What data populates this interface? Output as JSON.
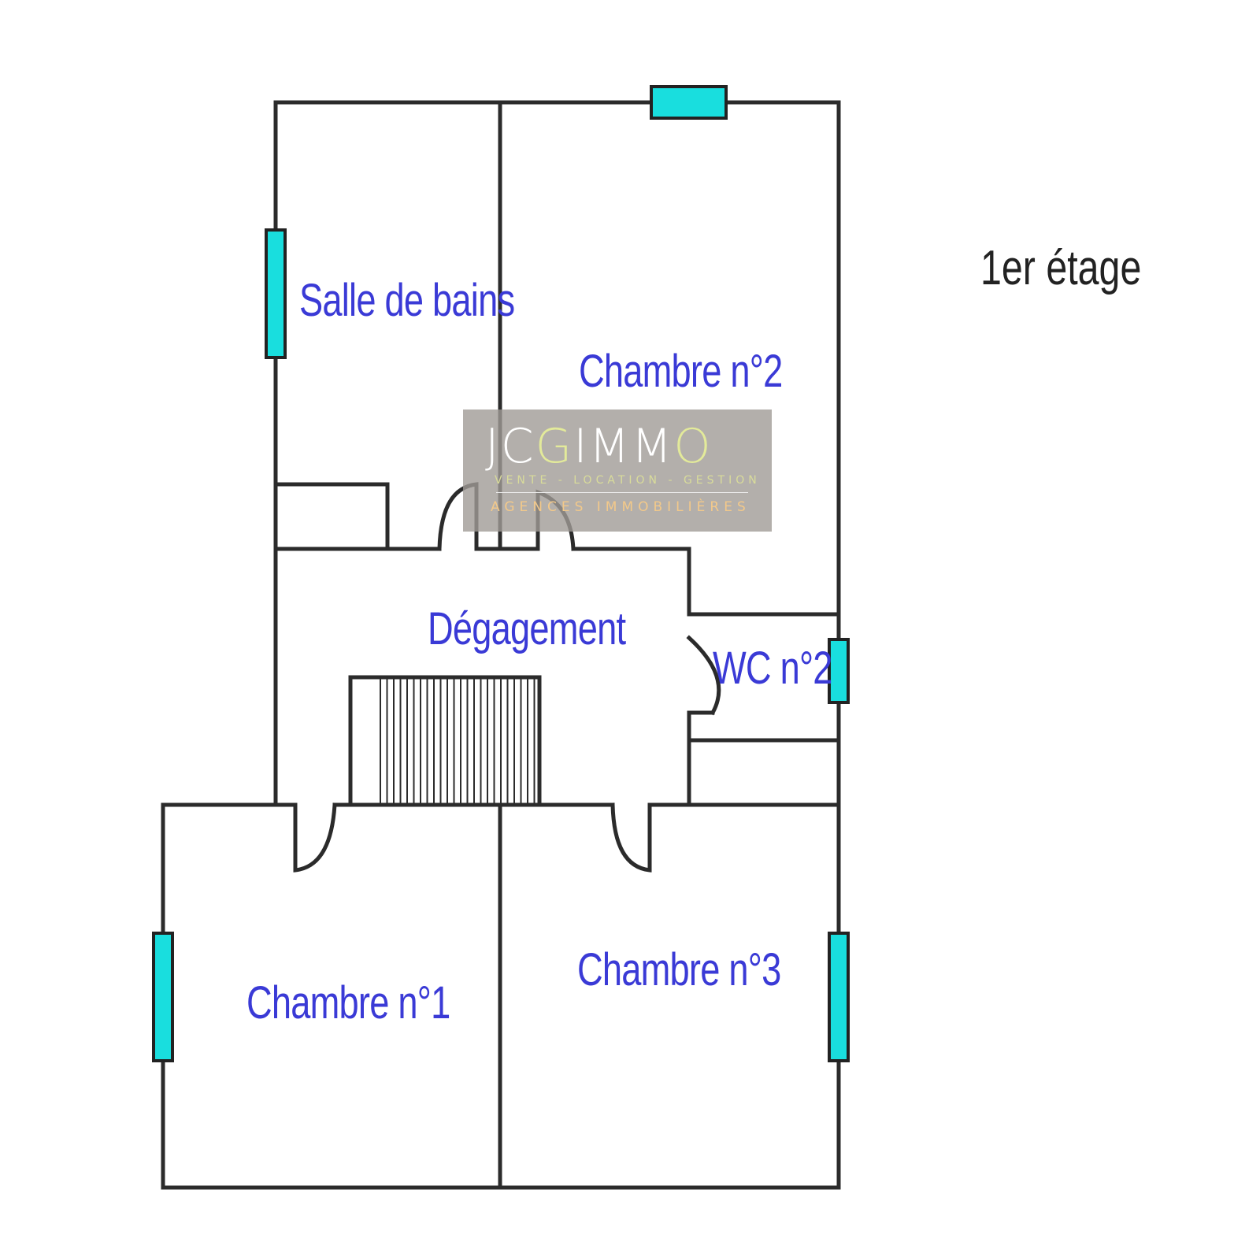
{
  "floor_label": "1er étage",
  "rooms": {
    "bathroom": "Salle de bains",
    "bedroom2": "Chambre n°2",
    "hallway": "Dégagement",
    "wc2": "WC n°2",
    "bedroom1": "Chambre n°1",
    "bedroom3": "Chambre n°3"
  },
  "watermark": {
    "brand_a": "JC",
    "brand_b": "G",
    "brand_c": "IMM",
    "brand_d": "O",
    "tagline": "VENTE - LOCATION - GESTION",
    "subtitle": "AGENCES IMMOBILIÈRES"
  },
  "colors": {
    "window": "#19dede",
    "room_label": "#3a3ad6",
    "wall": "#2b2b2b"
  }
}
